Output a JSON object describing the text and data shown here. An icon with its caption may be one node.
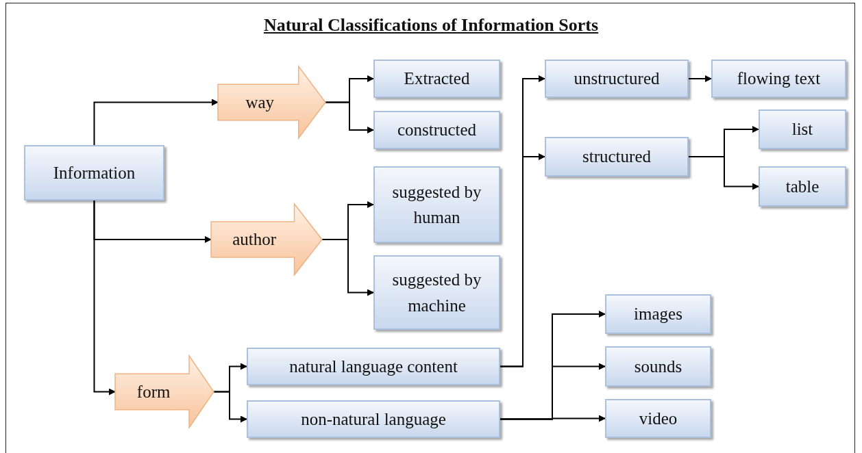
{
  "diagram": {
    "title": "Natural Classifications of Information Sorts",
    "nodes": [
      {
        "text": [
          "Information"
        ]
      },
      {
        "text": [
          "way"
        ]
      },
      {
        "text": [
          "Extracted"
        ]
      },
      {
        "text": [
          "constructed"
        ]
      },
      {
        "text": [
          "author"
        ]
      },
      {
        "text": [
          "suggested by human"
        ]
      },
      {
        "text": [
          "suggested by machine"
        ]
      },
      {
        "text": [
          "form"
        ]
      },
      {
        "text": [
          "natural language content"
        ]
      },
      {
        "text": [
          "non-natural language"
        ]
      },
      {
        "text": [
          "unstructured"
        ]
      },
      {
        "text": [
          "flowing text"
        ]
      },
      {
        "text": [
          "structured"
        ]
      },
      {
        "text": [
          "list"
        ]
      },
      {
        "text": [
          "table"
        ]
      },
      {
        "text": [
          "images"
        ]
      },
      {
        "text": [
          "sounds"
        ]
      },
      {
        "text": [
          "video"
        ]
      }
    ],
    "edges": [
      {
        "from": 0,
        "to": 1,
        "arrow": "to"
      },
      {
        "from": 0,
        "to": 4,
        "arrow": "to"
      },
      {
        "from": 0,
        "to": 7,
        "arrow": "to"
      },
      {
        "from": 1,
        "to": 2,
        "arrow": "to"
      },
      {
        "from": 1,
        "to": 3,
        "arrow": "to"
      },
      {
        "from": 4,
        "to": 5,
        "arrow": "to"
      },
      {
        "from": 4,
        "to": 6,
        "arrow": "to"
      },
      {
        "from": 7,
        "to": 8,
        "arrow": "to"
      },
      {
        "from": 7,
        "to": 9,
        "arrow": "to"
      },
      {
        "from": 8,
        "to": 10,
        "arrow": "to"
      },
      {
        "from": 8,
        "to": 12,
        "arrow": "to"
      },
      {
        "from": 10,
        "to": 11,
        "arrow": "to"
      },
      {
        "from": 12,
        "to": 13,
        "arrow": "to"
      },
      {
        "from": 12,
        "to": 14,
        "arrow": "to"
      },
      {
        "from": 9,
        "to": 15,
        "arrow": "to"
      },
      {
        "from": 9,
        "to": 16,
        "arrow": "to"
      },
      {
        "from": 9,
        "to": 17,
        "arrow": "to"
      }
    ]
  }
}
